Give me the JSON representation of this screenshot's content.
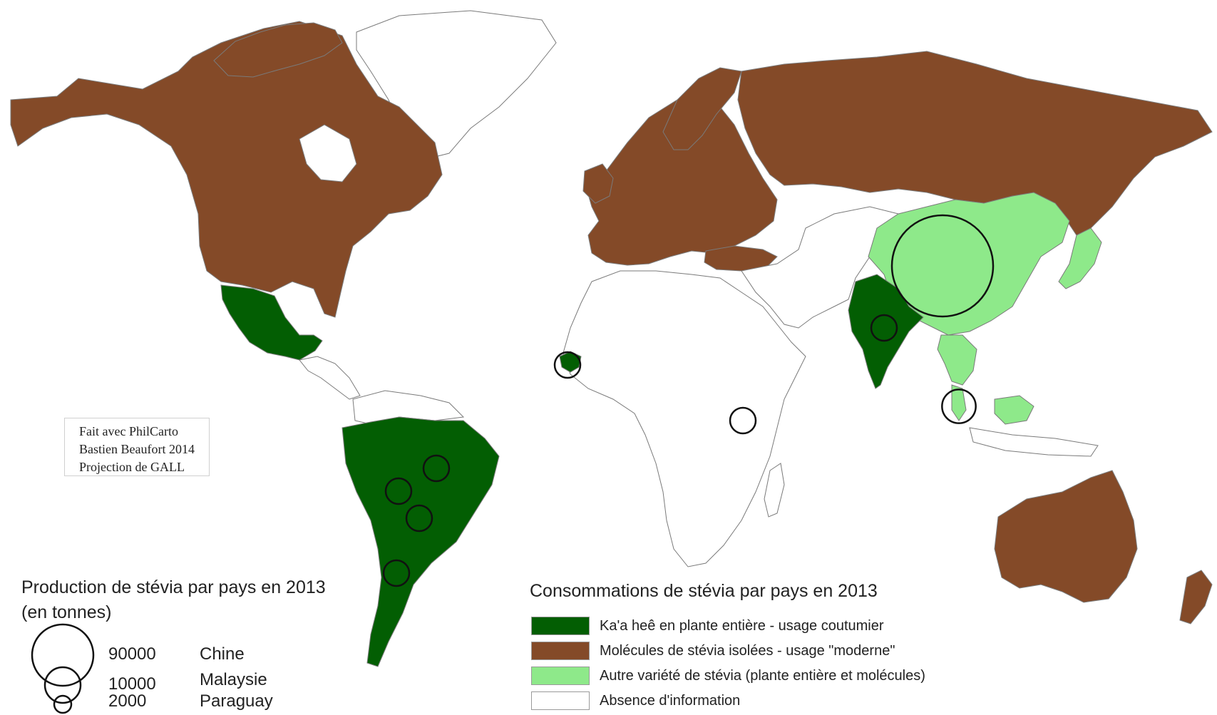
{
  "colors": {
    "ocean": "#ffffff",
    "border": "#7a7a7a",
    "dark_green": "#035e03",
    "brown": "#844a28",
    "light_green": "#8ee98a",
    "no_info": "#ffffff",
    "greenland": "#ffffff"
  },
  "credits": {
    "line1": "Fait avec PhilCarto",
    "line2": "Bastien Beaufort 2014",
    "line3": "Projection de GALL"
  },
  "production_legend": {
    "title_line1": "Production de stévia par pays en 2013",
    "title_line2": "(en tonnes)",
    "entries": [
      {
        "value": "90000",
        "country": "Chine"
      },
      {
        "value": "10000",
        "country": "Malaysie"
      },
      {
        "value": "2000",
        "country": "Paraguay"
      }
    ]
  },
  "consumption_legend": {
    "title": "Consommations de stévia par pays en 2013",
    "categories": [
      {
        "label": "Ka'a heê en plante entière - usage coutumier",
        "color": "#035e03"
      },
      {
        "label": "Molécules de stévia isolées - usage \"moderne\"",
        "color": "#844a28"
      },
      {
        "label": "Autre variété de stévia (plante entière et molécules)",
        "color": "#8ee98a"
      },
      {
        "label": "Absence d'information",
        "color": "#ffffff"
      }
    ]
  },
  "production_circles": [
    {
      "country": "Chine",
      "tonnes": 90000
    },
    {
      "country": "Malaysie",
      "tonnes": 10000
    },
    {
      "country": "Inde",
      "tonnes": 2000
    },
    {
      "country": "Paraguay",
      "tonnes": 2000
    },
    {
      "country": "Brésil",
      "tonnes": 1500
    },
    {
      "country": "Bolivie",
      "tonnes": 1500
    },
    {
      "country": "Argentine",
      "tonnes": 1500
    },
    {
      "country": "Kenya",
      "tonnes": 1400
    },
    {
      "country": "Sénégal",
      "tonnes": 1400
    }
  ]
}
